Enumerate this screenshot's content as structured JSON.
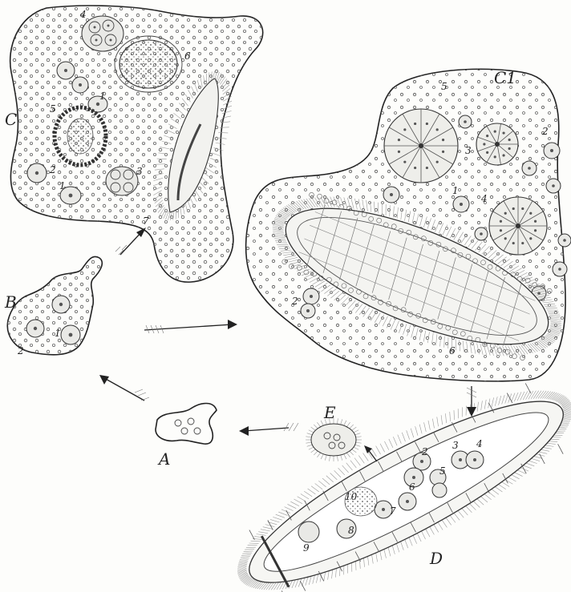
{
  "figure_labels": {
    "C": "C",
    "C1": "C1",
    "B": "B",
    "A": "A",
    "D": "D",
    "E": "E"
  },
  "blob_C_numbers": {
    "n4": "4",
    "n6": "6",
    "n1a": "1",
    "n5": "5",
    "n2": "2",
    "n1b": "1",
    "n3": "3",
    "n7": "7"
  },
  "blob_C1_numbers": {
    "n5": "5",
    "n3": "3",
    "n2": "2",
    "n1": "1",
    "n4": "4",
    "n2b": "2",
    "n6": "6"
  },
  "blob_B_numbers": {
    "n1": "1",
    "n2": "2"
  },
  "larva_D_numbers": {
    "n3": "3",
    "n4": "4",
    "n2": "2",
    "n5": "5",
    "n6": "6",
    "n10": "10",
    "n7": "7",
    "n8": "8",
    "n9": "9"
  }
}
